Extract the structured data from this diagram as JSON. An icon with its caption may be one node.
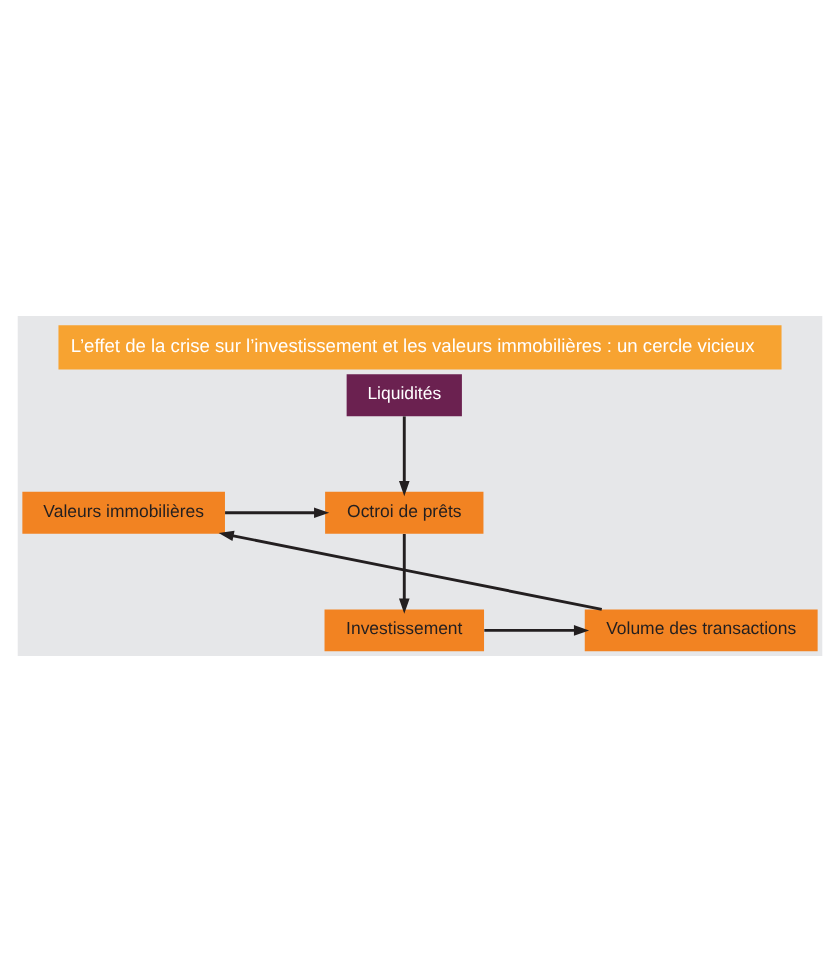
{
  "diagram": {
    "title": "L’effet de la crise sur l’investissement et les valeurs immobilières : un cercle vicieux",
    "nodes": [
      {
        "text": [
          "Liquidités"
        ]
      },
      {
        "text": [
          "Valeurs immobilières"
        ]
      },
      {
        "text": [
          "Octroi de prêts"
        ]
      },
      {
        "text": [
          "Volume des transactions"
        ]
      },
      {
        "text": [
          "Investissement"
        ]
      }
    ],
    "edges": [
      {
        "from": 0,
        "to": 2,
        "arrow": "to"
      },
      {
        "from": 1,
        "to": 2,
        "arrow": "to"
      },
      {
        "from": 2,
        "to": 4,
        "arrow": "to"
      },
      {
        "from": 4,
        "to": 3,
        "arrow": "to"
      },
      {
        "from": 3,
        "to": 1,
        "arrow": "to"
      }
    ]
  }
}
